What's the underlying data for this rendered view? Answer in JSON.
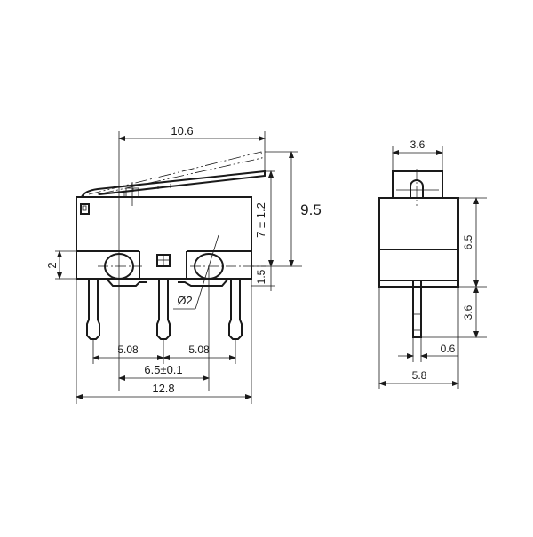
{
  "drawing": {
    "title": "Micro switch dimensional drawing",
    "colors": {
      "line": "#1a1a1a",
      "background": "#ffffff"
    },
    "front_view": {
      "dimensions": {
        "lever_length": "10.6",
        "total_height": "9.5",
        "lever_height": "7 ± 1.2",
        "mount_hole_offset": "1.5",
        "hole_height": "2",
        "hole_diameter": "Ø2",
        "pin_pitch_left": "5.08",
        "pin_pitch_right": "5.08",
        "hole_spacing": "6.5±0.1",
        "body_length": "12.8"
      }
    },
    "side_view": {
      "dimensions": {
        "actuator_width": "3.6",
        "body_height": "6.5",
        "pin_length": "3.6",
        "pin_thickness": "0.6",
        "body_width": "5.8"
      }
    }
  }
}
